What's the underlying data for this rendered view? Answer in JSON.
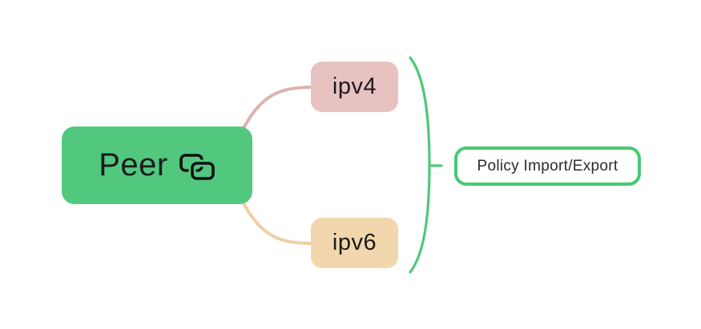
{
  "diagram": {
    "root": {
      "label": "Peer",
      "icon": "link-icon"
    },
    "children": [
      {
        "label": "ipv4"
      },
      {
        "label": "ipv6"
      }
    ],
    "summary": {
      "label": "Policy Import/Export"
    },
    "colors": {
      "root_fill": "#52c87f",
      "ipv4_fill": "#e8c2c1",
      "ipv6_fill": "#f2d6ad",
      "ipv4_link": "#ddb2b1",
      "ipv6_link": "#efd0a4",
      "brace": "#4fc878",
      "summary_border": "#47c974",
      "text": "#1b1b1b"
    }
  }
}
